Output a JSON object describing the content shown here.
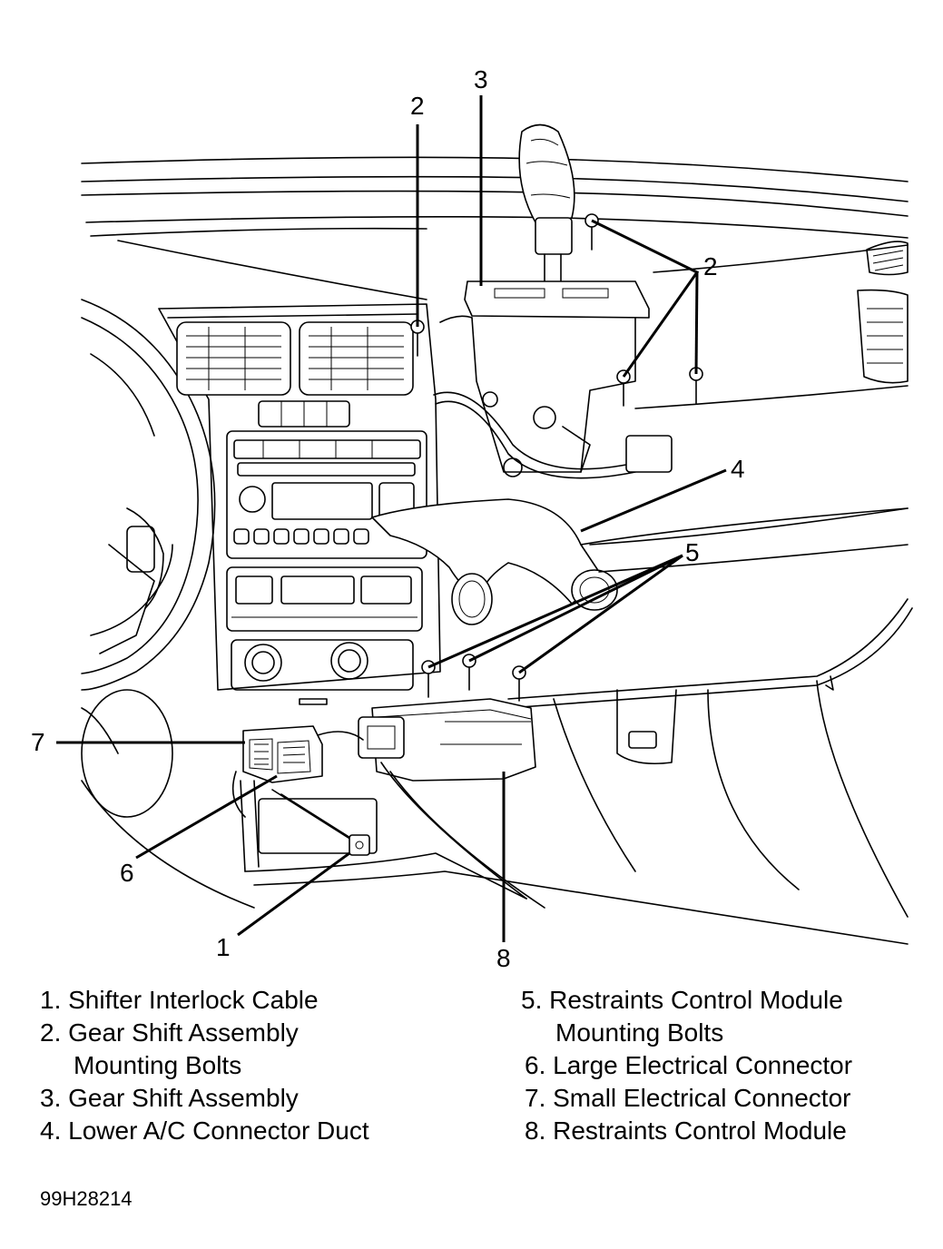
{
  "callouts": {
    "c1": "1",
    "c2a": "2",
    "c2b": "2",
    "c3": "3",
    "c4": "4",
    "c5": "5",
    "c6": "6",
    "c7": "7",
    "c8": "8"
  },
  "legend": {
    "left": [
      "1. Shifter Interlock Cable",
      "2. Gear Shift Assembly",
      "Mounting Bolts",
      "3. Gear Shift Assembly",
      "4. Lower A/C Connector Duct"
    ],
    "right": [
      "5. Restraints Control Module",
      "Mounting Bolts",
      "6. Large Electrical Connector",
      "7. Small Electrical Connector",
      "8. Restraints Control Module"
    ]
  },
  "figure_id": "99H28214"
}
